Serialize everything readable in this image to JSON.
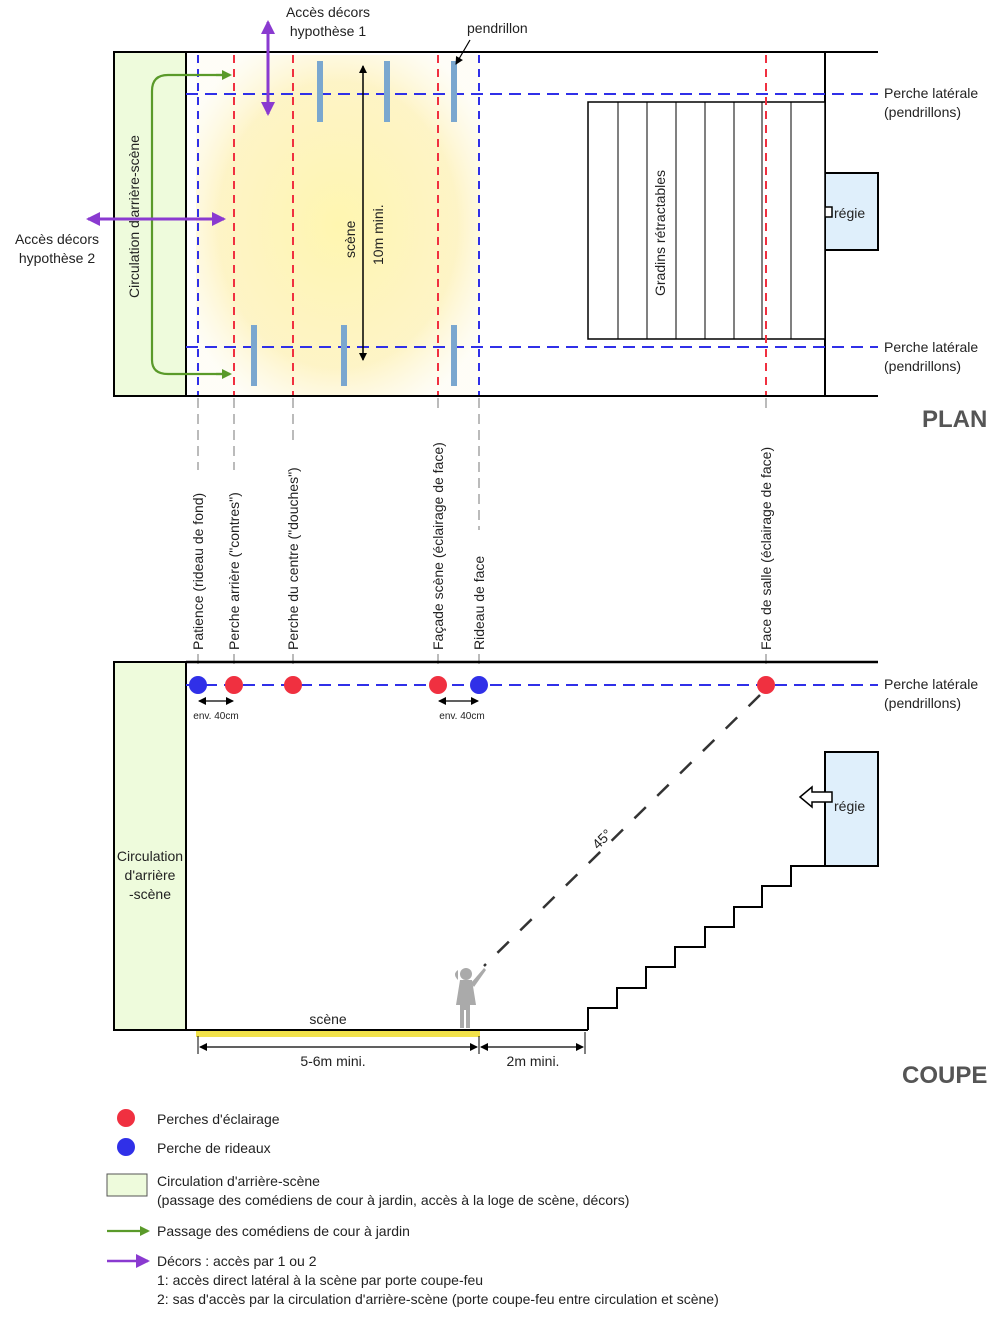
{
  "plan": {
    "title": "PLAN",
    "acces_decors_1": [
      "Accès décors",
      "hypothèse 1"
    ],
    "acces_decors_2": [
      "Accès décors",
      "hypothèse 2"
    ],
    "pendrillon": "pendrillon",
    "circulation": "Circulation d'arrière-scène",
    "scene": "scène",
    "scene_width": "10m mini.",
    "gradins": "Gradins rétractables",
    "regie": "régie",
    "perche_laterale": [
      "Perche latérale",
      "(pendrillons)"
    ]
  },
  "perches": [
    {
      "label": "Patience (rideau de fond)",
      "kind": "rideaux"
    },
    {
      "label": "Perche arrière (\"contres\")",
      "kind": "eclairage"
    },
    {
      "label": "Perche du centre (\"douches\")",
      "kind": "eclairage"
    },
    {
      "label": "Façade scène (éclairage de face)",
      "kind": "eclairage"
    },
    {
      "label": "Rideau de face",
      "kind": "rideaux"
    },
    {
      "label": "Face de salle (éclairage de face)",
      "kind": "eclairage"
    }
  ],
  "coupe": {
    "title": "COUPE",
    "circulation": [
      "Circulation",
      "d'arrière",
      "-scène"
    ],
    "spacing": "env. 40cm",
    "angle": "45°",
    "scene": "scène",
    "depth": "5-6m mini.",
    "front": "2m mini.",
    "regie": "régie",
    "perche_laterale": [
      "Perche latérale",
      "(pendrillons)"
    ]
  },
  "legend": {
    "eclairage": "Perches d'éclairage",
    "rideaux": "Perche de rideaux",
    "circulation": [
      "Circulation d'arrière-scène",
      "(passage des comédiens de cour à jardin, accès à la loge de scène, décors)"
    ],
    "passage": "Passage des comédiens de cour à jardin",
    "decors": [
      "Décors : accès par 1 ou 2",
      "1: accès direct latéral à la scène par porte coupe-feu",
      "2: sas d'accès par la circulation d'arrière-scène (porte coupe-feu entre circulation et scène)"
    ]
  },
  "colors": {
    "red": "#f03040",
    "blue": "#3030e8",
    "green": "#5a9a2a",
    "purple": "#8a3ad0",
    "circ_fill": "#eefbdc",
    "regie_fill": "#dfeffb",
    "pendrillon": "#7aa7cf",
    "stage_yellow": "#f2e24a"
  }
}
